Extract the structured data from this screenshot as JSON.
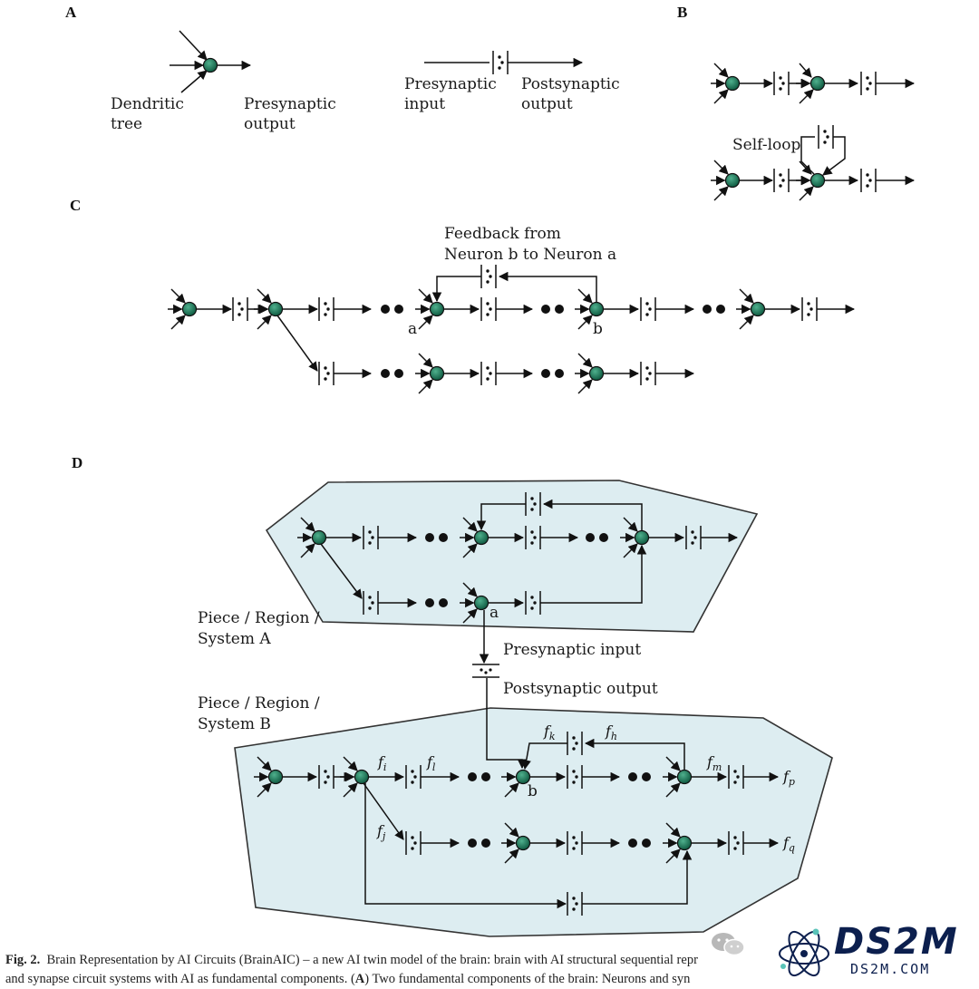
{
  "panels": {
    "a": "A",
    "b": "B",
    "c": "C",
    "d": "D"
  },
  "panel_a": {
    "dendritic_tree_l1": "Dendritic",
    "dendritic_tree_l2": "tree",
    "presynaptic_output_l1": "Presynaptic",
    "presynaptic_output_l2": "output",
    "presynaptic_input_l1": "Presynaptic",
    "presynaptic_input_l2": "input",
    "postsynaptic_output_l1": "Postsynaptic",
    "postsynaptic_output_l2": "output"
  },
  "panel_b": {
    "self_loop": "Self-loop"
  },
  "panel_c": {
    "feedback_l1": "Feedback from",
    "feedback_l2": "Neuron b to Neuron a",
    "neuron_a": "a",
    "neuron_b": "b"
  },
  "panel_d": {
    "system_a_l1": "Piece / Region /",
    "system_a_l2": "System A",
    "system_b_l1": "Piece / Region /",
    "system_b_l2": "System B",
    "presynaptic_input": "Presynaptic input",
    "postsynaptic_output": "Postsynaptic output",
    "neuron_a": "a",
    "neuron_b": "b",
    "f": "f",
    "sub_i": "i",
    "sub_l": "l",
    "sub_k": "k",
    "sub_h": "h",
    "sub_m": "m",
    "sub_p": "p",
    "sub_j": "j",
    "sub_q": "q"
  },
  "caption": {
    "fig_label": "Fig. 2.",
    "line1": "Brain Representation by AI Circuits (BrainAIC) – a new AI twin model of the brain: brain with AI structural sequential repr",
    "line2_a": "and synapse circuit systems with AI as fundamental components. (",
    "line2_bold": "A",
    "line2_b": ") Two fundamental components of the brain: Neurons and syn"
  },
  "watermark": {
    "logo_text": "DS2M",
    "sub_text": "DS2M.COM"
  },
  "colors": {
    "neuron": "#1f7a5c",
    "region_fill": "#ddedf1",
    "region_stroke": "#333333"
  }
}
